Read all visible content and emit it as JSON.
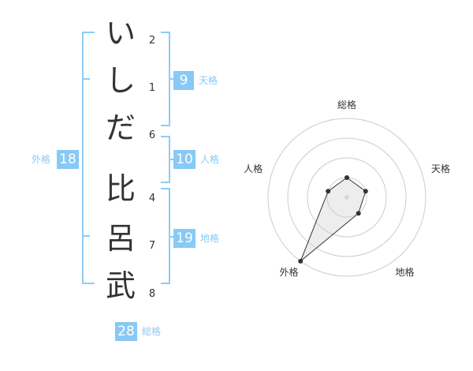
{
  "name": {
    "characters": [
      {
        "char": "い",
        "strokes": "2"
      },
      {
        "char": "し",
        "strokes": "1"
      },
      {
        "char": "だ",
        "strokes": "6"
      },
      {
        "char": "比",
        "strokes": "4"
      },
      {
        "char": "呂",
        "strokes": "7"
      },
      {
        "char": "武",
        "strokes": "8"
      }
    ]
  },
  "fortune": {
    "tenkaku": {
      "value": "9",
      "label": "天格"
    },
    "jinkaku": {
      "value": "10",
      "label": "人格"
    },
    "chikaku": {
      "value": "19",
      "label": "地格"
    },
    "gaikaku": {
      "value": "18",
      "label": "外格"
    },
    "soukaku": {
      "value": "28",
      "label": "総格"
    }
  },
  "chart_data": {
    "type": "radar",
    "axes": [
      "総格",
      "天格",
      "地格",
      "外格",
      "人格"
    ],
    "rings": 4,
    "values": [
      1,
      1,
      1,
      4,
      1
    ],
    "max": 4,
    "colors": {
      "line": "#333333",
      "fill": "#cccccc",
      "grid": "#cccccc",
      "center": "#dddddd"
    }
  },
  "colors": {
    "accent": "#88c9f5",
    "bracket": "#8ecdf4",
    "text": "#333333"
  }
}
